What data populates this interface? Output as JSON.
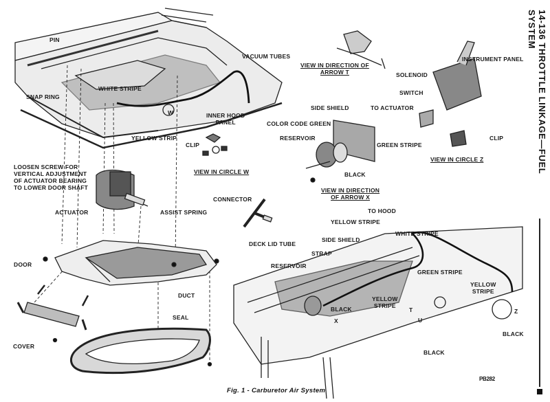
{
  "page": {
    "section_header": "14-136 THROTTLE LINKAGE—FUEL SYSTEM",
    "figure_caption": "Fig. 1 - Carburetor Air System",
    "plate_code": "PB282"
  },
  "views": {
    "arrow_t": "VIEW IN DIRECTION OF\nARROW T",
    "arrow_x": "VIEW IN DIRECTION\nOF ARROW X",
    "circle_w": "VIEW IN CIRCLE W",
    "circle_z": "VIEW IN CIRCLE Z"
  },
  "labels": {
    "pin": "PIN",
    "snap_ring": "SNAP RING",
    "white_stripe_top": "WHITE STRIPE",
    "vacuum_tubes": "VACUUM TUBES",
    "w_marker": "W",
    "inner_hood_panel": "INNER HOOD\nPANEL",
    "yellow_strip": "YELLOW STRIP",
    "clip_w": "CLIP",
    "loosen_screw": "LOOSEN SCREW FOR\nVERTICAL ADJUSTMENT\nOF ACTUATOR BEARING\nTO LOWER DOOR SHAFT",
    "actuator": "ACTUATOR",
    "assist_spring": "ASSIST SPRING",
    "connector": "CONNECTOR",
    "deck_lid_tube": "DECK LID TUBE",
    "side_shield_x": "SIDE SHIELD",
    "color_code_green": "COLOR CODE GREEN",
    "reservoir_x": "RESERVOIR",
    "green_stripe_x": "GREEN STRIPE",
    "black_x": "BLACK",
    "to_actuator": "TO ACTUATOR",
    "instrument_panel": "INSTRUMENT PANEL",
    "solenoid": "SOLENOID",
    "switch": "SWITCH",
    "clip_z": "CLIP",
    "door": "DOOR",
    "cover": "COVER",
    "duct": "DUCT",
    "seal": "SEAL",
    "to_hood": "TO HOOD",
    "yellow_stripe_eng": "YELLOW STRIPE",
    "side_shield_eng": "SIDE SHIELD",
    "white_stripe_eng": "WHITE STRIPE",
    "strap": "STRAP",
    "reservoir_eng": "RESERVOIR",
    "green_stripe_eng": "GREEN STRIPE",
    "yellow_stripe_mid": "YELLOW\nSTRIPE",
    "black_eng_left": "BLACK",
    "yellow_stripe_right": "YELLOW\nSTRIPE",
    "black_eng_mid": "BLACK",
    "black_eng_right": "BLACK",
    "marker_x": "X",
    "marker_t": "T",
    "marker_u": "U",
    "marker_z": "Z"
  }
}
